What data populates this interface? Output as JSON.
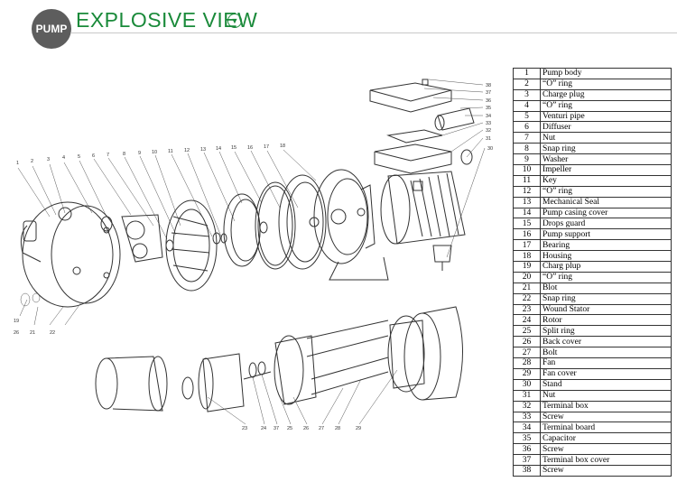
{
  "header": {
    "badge": "PUMP",
    "title": "EXPLOSIVE VIEW",
    "title_icon": "chevron-down-circle-icon",
    "accent_color": "#1a8a3a",
    "badge_color": "#5d5d5d"
  },
  "callouts_top": [
    "1",
    "2",
    "3",
    "4",
    "5",
    "6",
    "7",
    "8",
    "9",
    "10",
    "11",
    "12",
    "13",
    "14",
    "15",
    "16",
    "17",
    "18"
  ],
  "callouts_right": [
    "38",
    "37",
    "36",
    "35",
    "34",
    "33",
    "32",
    "31",
    "30"
  ],
  "callouts_left": [
    "19",
    "26",
    "21",
    "22"
  ],
  "callouts_bottom": [
    "23",
    "24",
    "37",
    "25",
    "26",
    "27",
    "28",
    "29"
  ],
  "parts": [
    {
      "no": "1",
      "name": "Pump body"
    },
    {
      "no": "2",
      "name": "“O” ring"
    },
    {
      "no": "3",
      "name": "Charge plug"
    },
    {
      "no": "4",
      "name": "“O” ring"
    },
    {
      "no": "5",
      "name": "Venturi pipe"
    },
    {
      "no": "6",
      "name": "Diffuser"
    },
    {
      "no": "7",
      "name": "Nut"
    },
    {
      "no": "8",
      "name": "Snap ring"
    },
    {
      "no": "9",
      "name": "Washer"
    },
    {
      "no": "10",
      "name": "Impeller"
    },
    {
      "no": "11",
      "name": "Key"
    },
    {
      "no": "12",
      "name": "“O” ring"
    },
    {
      "no": "13",
      "name": "Mechanical Seal"
    },
    {
      "no": "14",
      "name": "Pump casing cover"
    },
    {
      "no": "15",
      "name": "Drops guard"
    },
    {
      "no": "16",
      "name": "Pump support"
    },
    {
      "no": "17",
      "name": "Bearing"
    },
    {
      "no": "18",
      "name": "Housing"
    },
    {
      "no": "19",
      "name": "Charg plup"
    },
    {
      "no": "20",
      "name": "“O” ring"
    },
    {
      "no": "21",
      "name": "Blot"
    },
    {
      "no": "22",
      "name": "Snap ring"
    },
    {
      "no": "23",
      "name": "Wound Stator"
    },
    {
      "no": "24",
      "name": "Rotor"
    },
    {
      "no": "25",
      "name": "Split ring"
    },
    {
      "no": "26",
      "name": "Back cover"
    },
    {
      "no": "27",
      "name": "Bolt"
    },
    {
      "no": "28",
      "name": "Fan"
    },
    {
      "no": "29",
      "name": "Fan cover"
    },
    {
      "no": "30",
      "name": "Stand"
    },
    {
      "no": "31",
      "name": "Nut"
    },
    {
      "no": "32",
      "name": "Terminal box"
    },
    {
      "no": "33",
      "name": "Screw"
    },
    {
      "no": "34",
      "name": "Terminal board"
    },
    {
      "no": "35",
      "name": "Capacitor"
    },
    {
      "no": "36",
      "name": "Screw"
    },
    {
      "no": "37",
      "name": "Terminal box cover"
    },
    {
      "no": "38",
      "name": "Screw"
    }
  ]
}
